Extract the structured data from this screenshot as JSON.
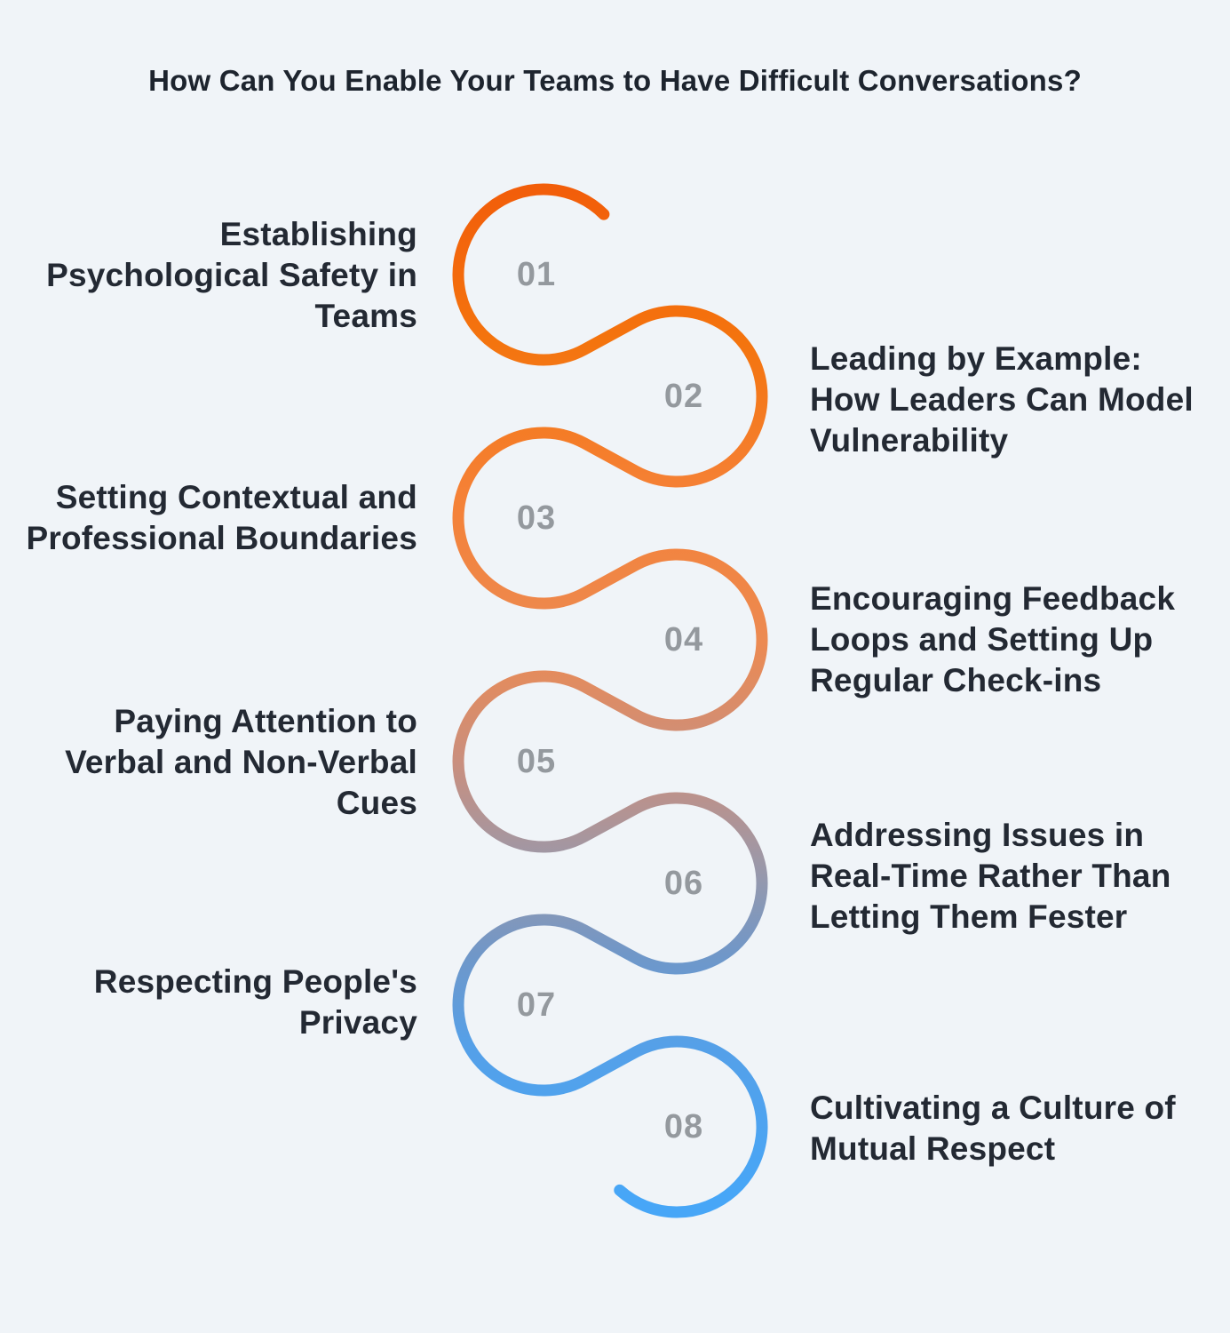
{
  "title": "How Can You Enable Your Teams to Have Difficult Conversations?",
  "colors": {
    "background": "#F0F4F8",
    "title_text": "#1D242E",
    "label_text": "#232933",
    "number_text": "#94999E",
    "curve_gradient_top_orange": "#F25E0A",
    "curve_gradient_mid_orange": "#EC8A52",
    "curve_gradient_mid_gray": "#9C98A8",
    "curve_gradient_bottom_blue": "#47A6F7"
  },
  "items": [
    {
      "number": "01",
      "side": "left",
      "label": "Establishing\nPsychological Safety in\nTeams"
    },
    {
      "number": "02",
      "side": "right",
      "label": "Leading by Example:\nHow Leaders Can Model\nVulnerability"
    },
    {
      "number": "03",
      "side": "left",
      "label": "Setting Contextual and\nProfessional Boundaries"
    },
    {
      "number": "04",
      "side": "right",
      "label": "Encouraging Feedback\nLoops and Setting Up\nRegular Check-ins"
    },
    {
      "number": "05",
      "side": "left",
      "label": "Paying Attention to\nVerbal and Non-Verbal\nCues"
    },
    {
      "number": "06",
      "side": "right",
      "label": "Addressing Issues in\nReal-Time Rather Than\nLetting Them Fester"
    },
    {
      "number": "07",
      "side": "left",
      "label": "Respecting People's\nPrivacy"
    },
    {
      "number": "08",
      "side": "right",
      "label": "Cultivating a Culture of\nMutual Respect"
    }
  ]
}
